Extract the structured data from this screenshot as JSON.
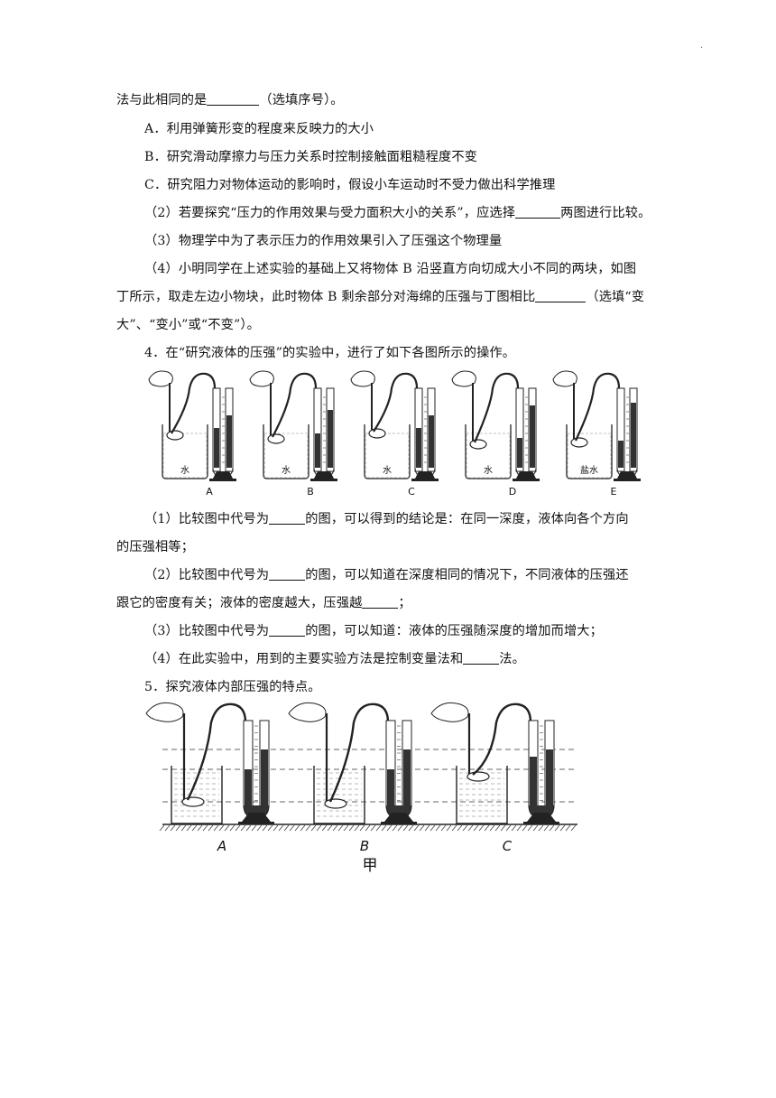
{
  "q3": {
    "line1_pre": "法与此相同的是",
    "line1_post": "（选填序号）。",
    "optA": "A．利用弹簧形变的程度来反映力的大小",
    "optB": "B．研究滑动摩擦力与压力关系时控制接触面粗糙程度不变",
    "optC": "C．研究阻力对物体运动的影响时，假设小车运动时不受力做出科学推理",
    "p2_pre": "（2）若要探究“压力的作用效果与受力面积大小的关系”，应选择",
    "p2_post": "两图进行比较。",
    "p3": "（3）物理学中为了表示压力的作用效果引入了压强这个物理量",
    "p4_line1": "（4）小明同学在上述实验的基础上又将物体 B 沿竖直方向切成大小不同的两块，如图",
    "p4_line2_pre": "丁所示，取走左边小物块，此时物体 B 剩余部分对海绵的压强与丁图相比",
    "p4_line2_post": "（选填“变",
    "p4_line3": "大”、“变小”或“不变”）。"
  },
  "q4": {
    "title": "4．在“研究液体的压强”的实验中，进行了如下各图所示的操作。",
    "figure": {
      "panels": [
        {
          "label": "A",
          "liquid": "水"
        },
        {
          "label": "B",
          "liquid": "水"
        },
        {
          "label": "C",
          "liquid": "水"
        },
        {
          "label": "D",
          "liquid": "水"
        },
        {
          "label": "E",
          "liquid": "盐水"
        }
      ]
    },
    "s1_pre": "（1）比较图中代号为",
    "s1_post": "的图，可以得到的结论是：在同一深度，液体向各个方向",
    "s1_line2": "的压强相等；",
    "s2_pre": "（2）比较图中代号为",
    "s2_post": "的图，可以知道在深度相同的情况下，不同液体的压强还",
    "s2_line2_pre": "跟它的密度有关；液体的密度越大，压强越",
    "s2_line2_post": "；",
    "s3_pre": "（3）比较图中代号为",
    "s3_post": "的图，可以知道：液体的压强随深度的增加而增大；",
    "s4_pre": "（4）在此实验中，用到的主要实验方法是控制变量法和",
    "s4_post": "法。"
  },
  "q5": {
    "title": "5．探究液体内部压强的特点。",
    "figure": {
      "panels": [
        {
          "label": "A"
        },
        {
          "label": "B"
        },
        {
          "label": "C"
        }
      ],
      "caption": "甲"
    }
  }
}
